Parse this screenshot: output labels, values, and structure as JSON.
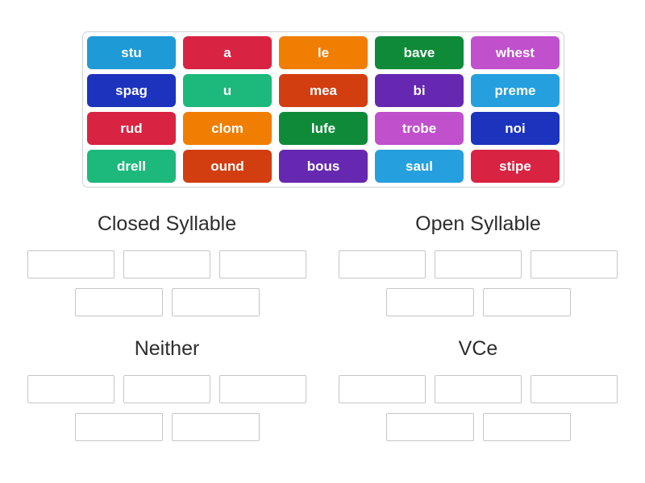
{
  "activity": {
    "type": "group-sort",
    "tile_board": {
      "rows": 4,
      "cols": 5,
      "tile_text_color": "#ffffff",
      "board_border_color": "#ccd3d8",
      "tiles": [
        {
          "label": "stu",
          "color": "#1e9ad6"
        },
        {
          "label": "a",
          "color": "#d92342"
        },
        {
          "label": "le",
          "color": "#f07e03"
        },
        {
          "label": "bave",
          "color": "#0f8a39"
        },
        {
          "label": "whest",
          "color": "#c050cc"
        },
        {
          "label": "spag",
          "color": "#1c33bd"
        },
        {
          "label": "u",
          "color": "#1db87c"
        },
        {
          "label": "mea",
          "color": "#d23e10"
        },
        {
          "label": "bi",
          "color": "#6628b0"
        },
        {
          "label": "preme",
          "color": "#259fdd"
        },
        {
          "label": "rud",
          "color": "#d92342"
        },
        {
          "label": "clom",
          "color": "#f07e03"
        },
        {
          "label": "lufe",
          "color": "#0f8a39"
        },
        {
          "label": "trobe",
          "color": "#c050cc"
        },
        {
          "label": "noi",
          "color": "#1c33bd"
        },
        {
          "label": "drell",
          "color": "#1db87c"
        },
        {
          "label": "ound",
          "color": "#d23e10"
        },
        {
          "label": "bous",
          "color": "#6628b0"
        },
        {
          "label": "saul",
          "color": "#259fdd"
        },
        {
          "label": "stipe",
          "color": "#d92342"
        }
      ]
    },
    "groups": [
      {
        "title": "Closed Syllable",
        "slot_rows": [
          3,
          2
        ]
      },
      {
        "title": "Open Syllable",
        "slot_rows": [
          3,
          2
        ]
      },
      {
        "title": "Neither",
        "slot_rows": [
          3,
          2
        ]
      },
      {
        "title": "VCe",
        "slot_rows": [
          3,
          2
        ]
      }
    ]
  },
  "colors": {
    "page_background": "#ffffff",
    "header_text": "#2d2d2d",
    "slot_border": "#c6c6c6",
    "slot_fill": "#ffffff",
    "board_border": "#ccd3d8",
    "tile_text": "#ffffff"
  }
}
